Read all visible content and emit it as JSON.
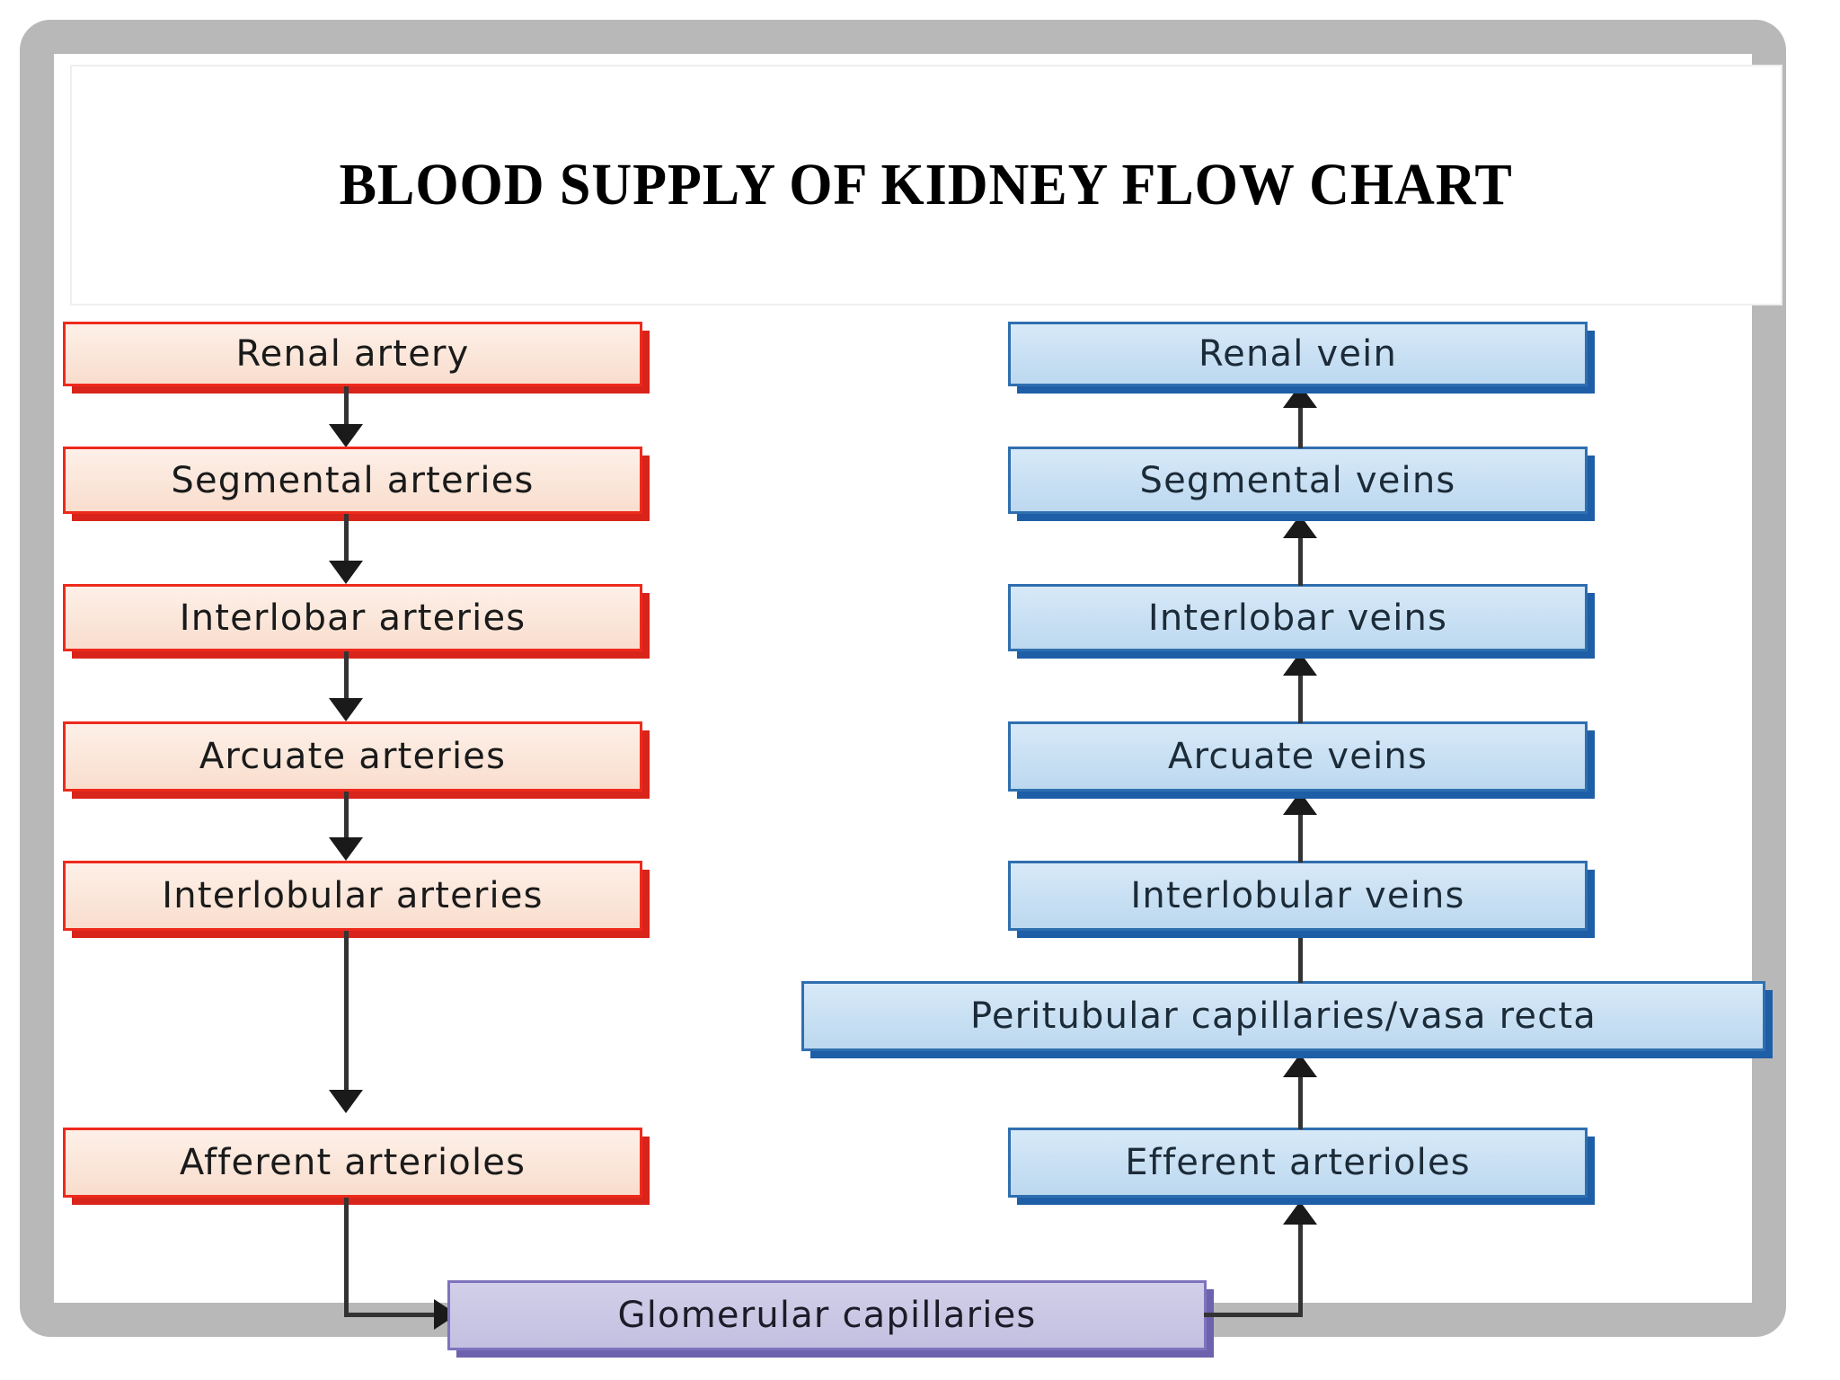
{
  "slide": {
    "title": "BLOOD SUPPLY OF KIDNEY FLOW CHART"
  },
  "chart_data": {
    "type": "diagram",
    "title": "BLOOD SUPPLY OF KIDNEY FLOW CHART",
    "arterial_chain": [
      "Renal artery",
      "Segmental arteries",
      "Interlobar arteries",
      "Arcuate arteries",
      "Interlobular arteries",
      "Afferent arterioles"
    ],
    "venous_chain": [
      "Efferent arterioles",
      "Peritubular capillaries/vasa recta",
      "Interlobular veins",
      "Arcuate veins",
      "Interlobar veins",
      "Segmental veins",
      "Renal vein"
    ],
    "bridge_node": "Glomerular capillaries",
    "colors": {
      "arterial_fill": "#f9ddcd",
      "arterial_border": "#ee2a1c",
      "venous_fill": "#bcd8ef",
      "venous_border": "#2f6fb0",
      "bridge_fill": "#c3bfe0",
      "bridge_border": "#7f73bd",
      "frame": "#b8b8b8",
      "connector": "#333333"
    }
  },
  "nodes": {
    "renal_artery": "Renal artery",
    "segmental_arteries": "Segmental arteries",
    "interlobar_arteries": "Interlobar arteries",
    "arcuate_arteries": "Arcuate arteries",
    "interlobular_arteries": "Interlobular arteries",
    "afferent_arterioles": "Afferent arterioles",
    "glomerular_capillaries": "Glomerular capillaries",
    "efferent_arterioles": "Efferent arterioles",
    "peritubular_capillaries": "Peritubular capillaries/vasa recta",
    "interlobular_veins": "Interlobular veins",
    "arcuate_veins": "Arcuate veins",
    "interlobar_veins": "Interlobar veins",
    "segmental_veins": "Segmental veins",
    "renal_vein": "Renal vein"
  }
}
